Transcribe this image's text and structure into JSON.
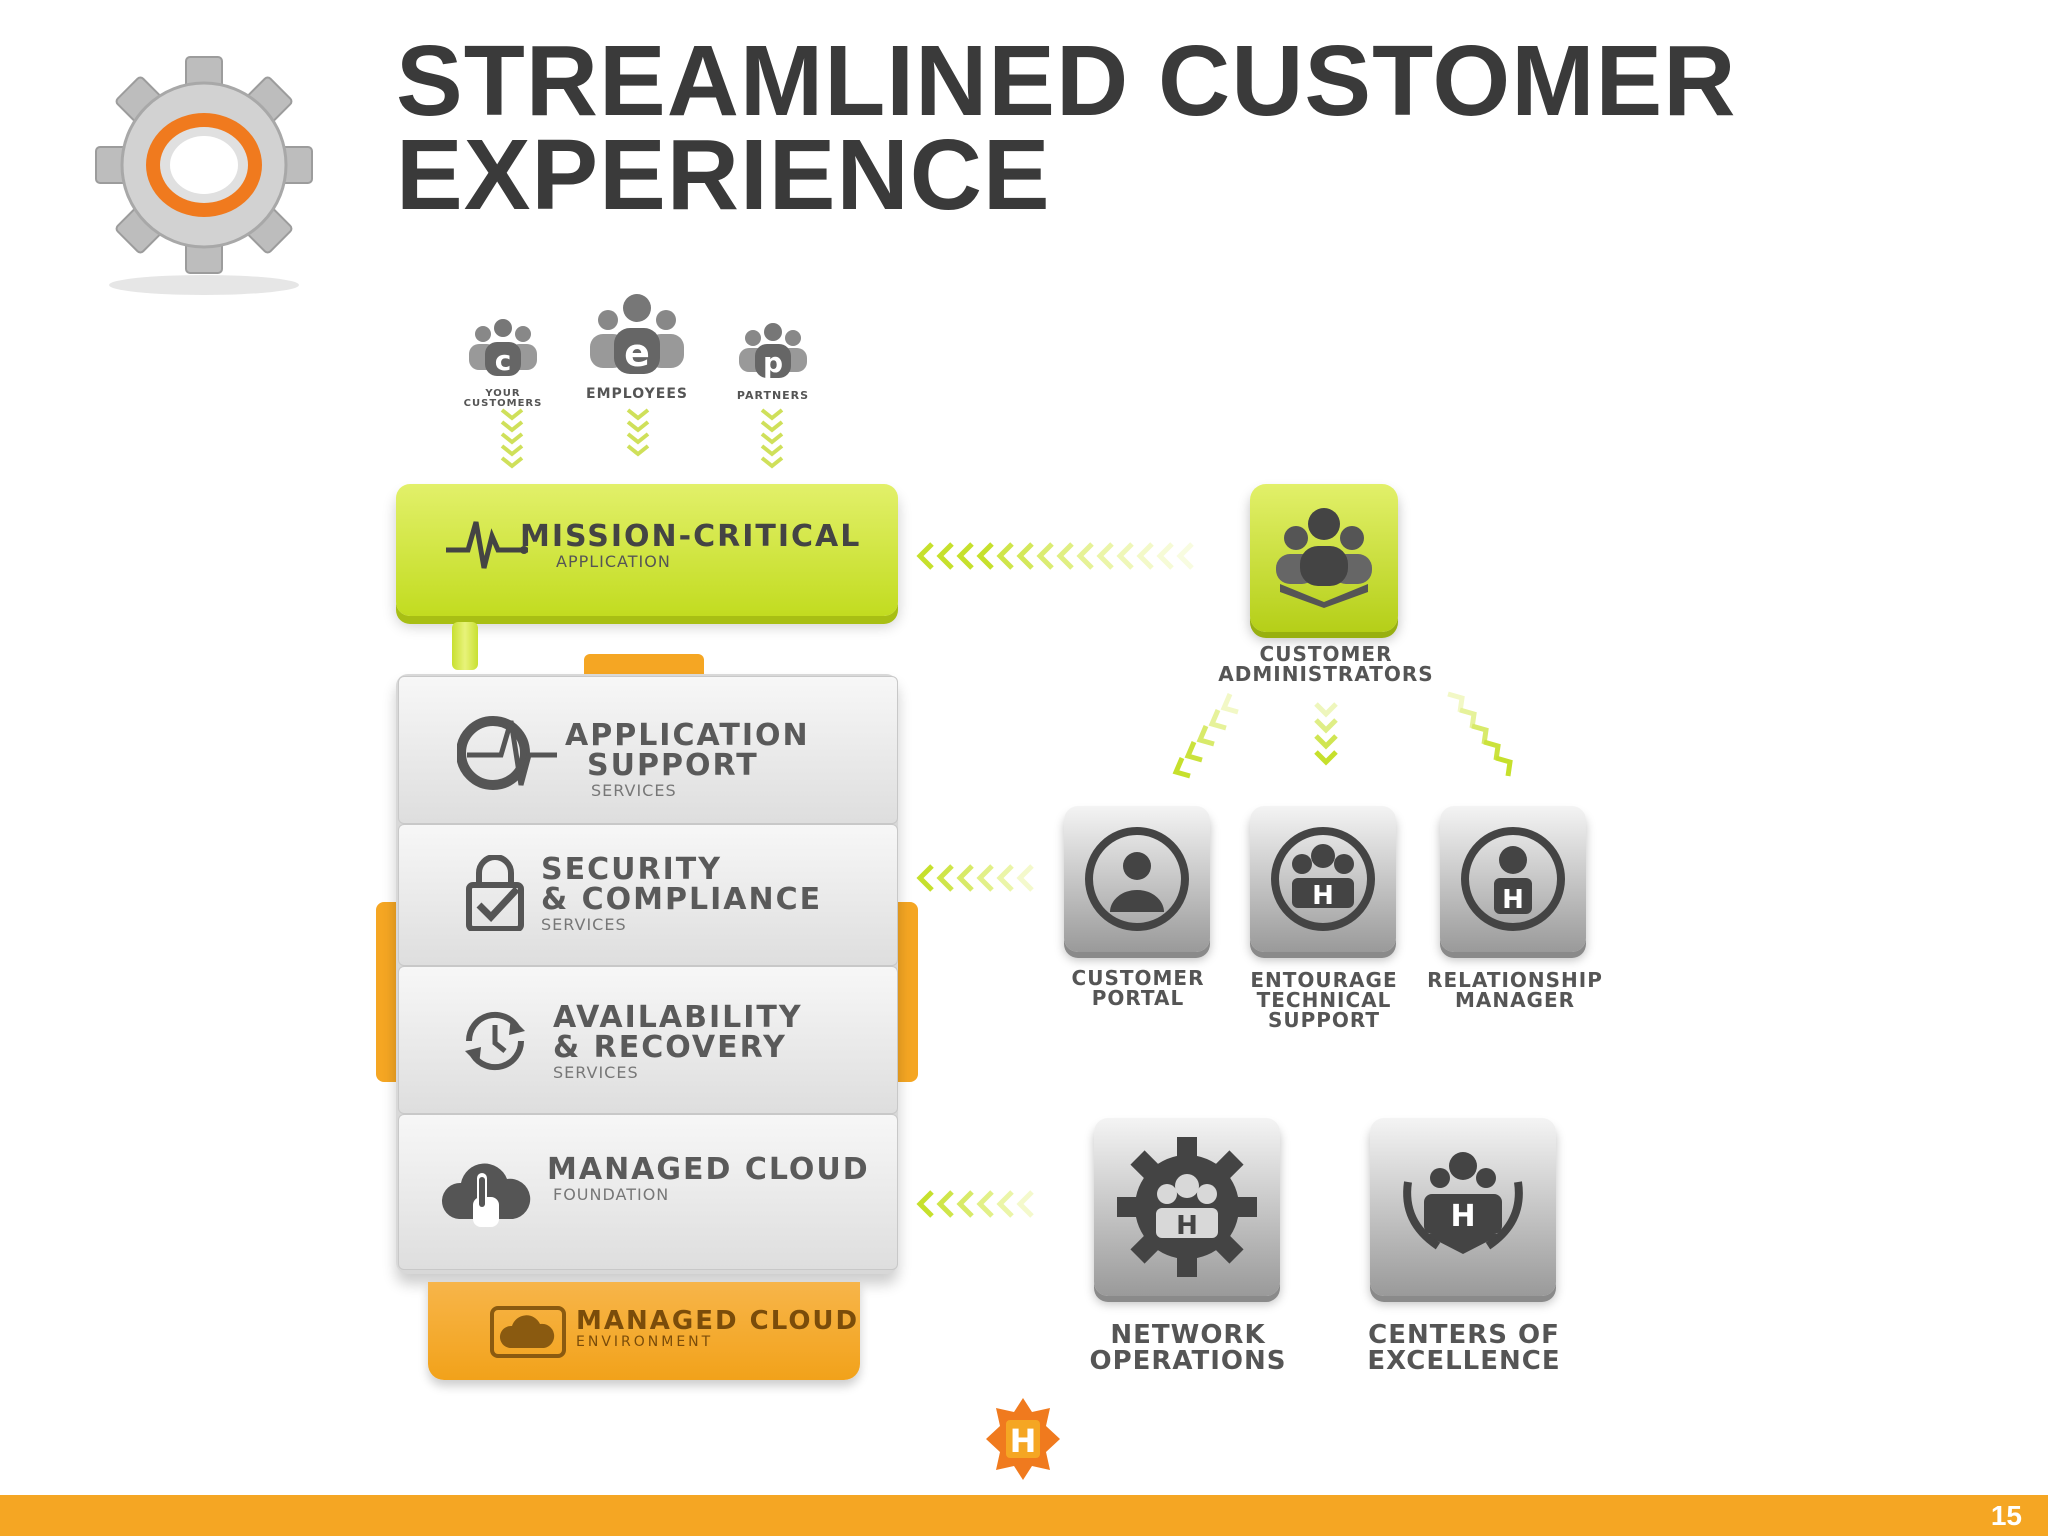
{
  "slide": {
    "title_line1": "STREAMLINED CUSTOMER",
    "title_line2": "EXPERIENCE",
    "page_number": "15"
  },
  "stakeholders": [
    {
      "letter": "c",
      "label_line1": "YOUR",
      "label_line2": "CUSTOMERS"
    },
    {
      "letter": "e",
      "label_line1": "EMPLOYEES",
      "label_line2": ""
    },
    {
      "letter": "p",
      "label_line1": "PARTNERS",
      "label_line2": ""
    }
  ],
  "mission": {
    "title": "MISSION-CRITICAL",
    "subtitle": "APPLICATION"
  },
  "layers": [
    {
      "title_line1": "APPLICATION",
      "title_line2": "SUPPORT",
      "subtitle": "SERVICES"
    },
    {
      "title_line1": "SECURITY",
      "title_line2": "& COMPLIANCE",
      "subtitle": "SERVICES"
    },
    {
      "title_line1": "AVAILABILITY",
      "title_line2": "& RECOVERY",
      "subtitle": "SERVICES"
    },
    {
      "title_line1": "MANAGED CLOUD",
      "title_line2": "",
      "subtitle": "FOUNDATION"
    }
  ],
  "environment": {
    "title": "MANAGED CLOUD",
    "subtitle": "ENVIRONMENT"
  },
  "customer_admins": {
    "line1": "CUSTOMER",
    "line2": "ADMINISTRATORS"
  },
  "support_tiles": [
    {
      "line1": "CUSTOMER",
      "line2": "PORTAL",
      "line3": ""
    },
    {
      "line1": "ENTOURAGE",
      "line2": "TECHNICAL",
      "line3": "SUPPORT"
    },
    {
      "line1": "RELATIONSHIP",
      "line2": "MANAGER",
      "line3": ""
    }
  ],
  "ops_tiles": [
    {
      "line1": "NETWORK",
      "line2": "OPERATIONS"
    },
    {
      "line1": "CENTERS OF",
      "line2": "EXCELLENCE"
    }
  ],
  "logo_letter": "H",
  "colors": {
    "accent_orange": "#f5a623",
    "lime": "#c6e02c",
    "dark_text": "#3a3a3a"
  },
  "icons": [
    "gear-icon",
    "people-group-icon",
    "heartbeat-icon",
    "lock-check-icon",
    "refresh-clock-icon",
    "cloud-hand-icon",
    "h-logo-icon"
  ]
}
